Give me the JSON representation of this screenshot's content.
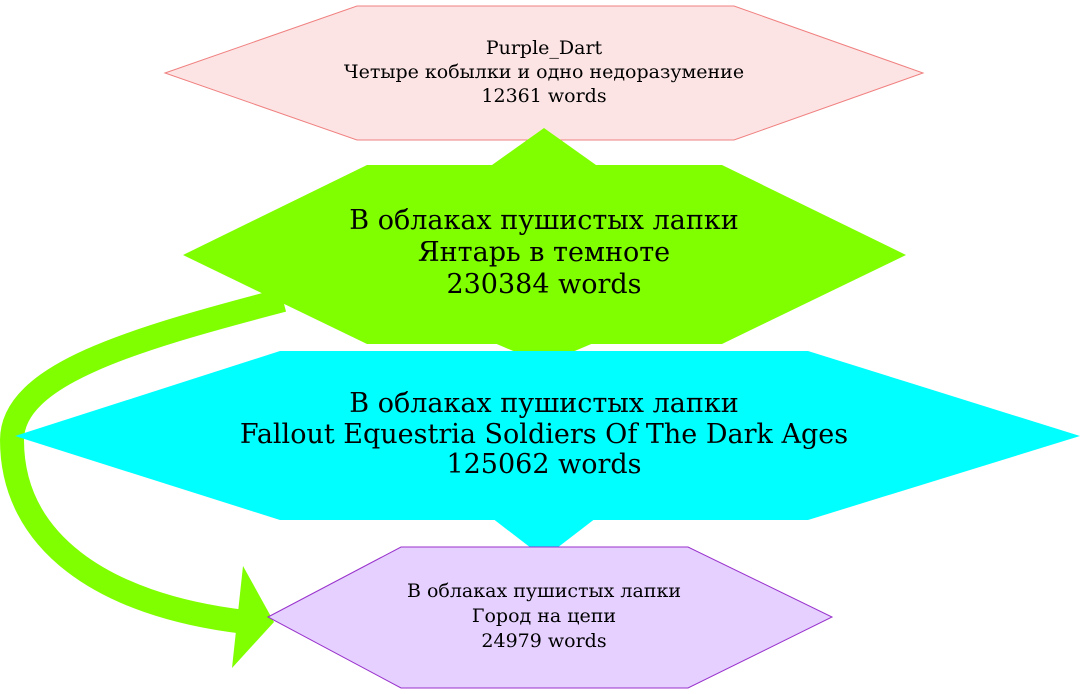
{
  "colors": {
    "node1_fill": "#fde4e4",
    "node1_stroke": "#f08080",
    "node2_fill": "#80ff00",
    "node3_fill": "#00ffff",
    "node4_fill": "#e5d0ff",
    "node4_stroke": "#9932cc",
    "edge_green": "#80ff00",
    "edge_cyan": "#00ffff"
  },
  "nodes": [
    {
      "author": "Purple_Dart",
      "title": "Четыре кобылки и одно недоразумение",
      "words": "12361 words"
    },
    {
      "author": "В облаках пушистых лапки",
      "title": "Янтарь в темноте",
      "words": "230384 words"
    },
    {
      "author": "В облаках пушистых лапки",
      "title": "Fallout Equestria Soldiers Of The Dark Ages",
      "words": "125062 words"
    },
    {
      "author": "В облаках пушистых лапки",
      "title": "Город на цепи",
      "words": "24979 words"
    }
  ]
}
